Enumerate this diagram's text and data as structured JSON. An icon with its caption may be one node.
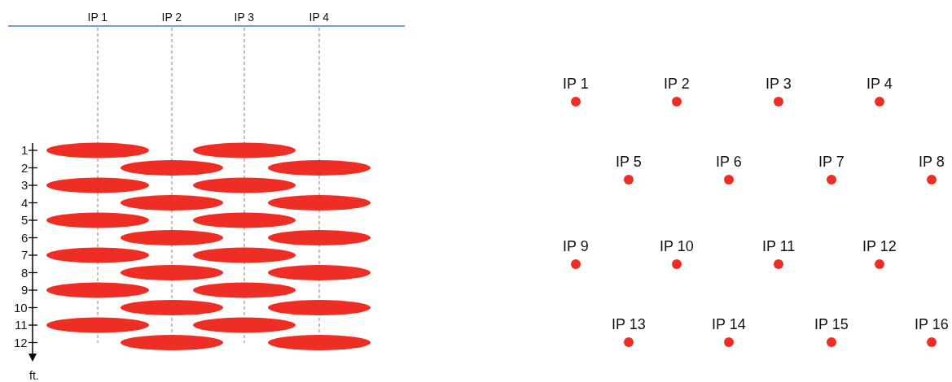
{
  "diagram": {
    "labels": [
      "IP 1",
      "IP 2",
      "IP 3",
      "IP 4",
      "1",
      "2",
      "3",
      "4",
      "5",
      "6",
      "7",
      "8",
      "9",
      "10",
      "11",
      "12",
      "ft.",
      "IP 1",
      "IP 2",
      "IP 3",
      "IP 4",
      "IP 5",
      "IP 6",
      "IP 7",
      "IP 8",
      "IP 9",
      "IP 10",
      "IP 11",
      "IP 12",
      "IP 13",
      "IP 14",
      "IP 15",
      "IP 16"
    ]
  }
}
